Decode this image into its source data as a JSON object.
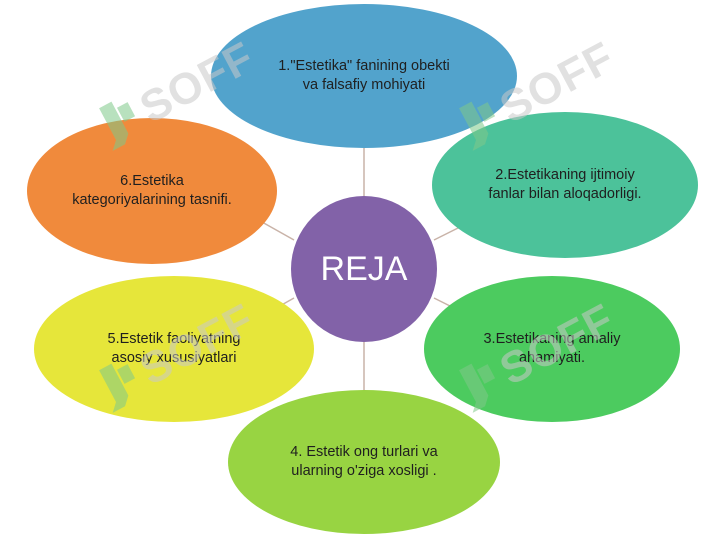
{
  "center": {
    "label": "REJA",
    "color": "#8262a8"
  },
  "nodes": [
    {
      "label": "1.\"Estetika\" fanining obekti\nva falsafiy mohiyati",
      "color": "#52a3cc"
    },
    {
      "label": "2.Estetikaning ijtimoiy\nfanlar bilan aloqadorligi.",
      "color": "#4cc29a"
    },
    {
      "label": "3.Estetikaning amaliy\nahamiyati.",
      "color": "#4ccb5f"
    },
    {
      "label": "4. Estetik ong turlari va\nularning o'ziga xosligi .",
      "color": "#98d442"
    },
    {
      "label": "5.Estetik faoliyatning\nasosiy xususiyatlari",
      "color": "#e6e63a"
    },
    {
      "label": "6.Estetika\nkategoriyalarining tasnifi.",
      "color": "#f08a3c"
    }
  ],
  "watermark": {
    "text": "SOFF",
    "text_color": "#c9c9c9",
    "mark_color": "#7fc98a"
  },
  "connector_color": "#c9b3a8"
}
